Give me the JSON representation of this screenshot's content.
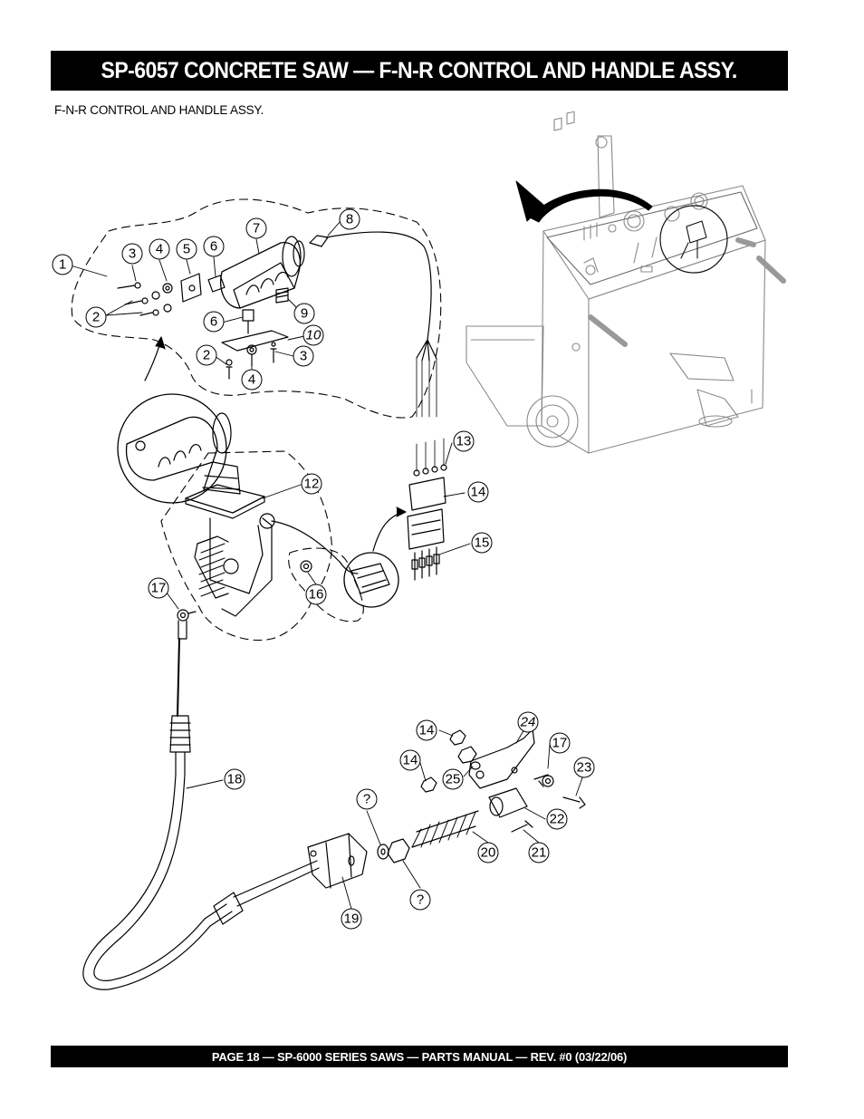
{
  "header": {
    "title": "SP-6057 CONCRETE SAW —  F-N-R CONTROL AND HANDLE ASSY."
  },
  "subtitle": "F-N-R  CONTROL AND HANDLE  ASSY.",
  "footer": {
    "text": "PAGE 18 — SP-6000 SERIES SAWS  — PARTS MANUAL — REV. #0 (03/22/06)"
  },
  "callouts": [
    {
      "id": "c1",
      "label": "1"
    },
    {
      "id": "c2a",
      "label": "2"
    },
    {
      "id": "c3a",
      "label": "3"
    },
    {
      "id": "c4a",
      "label": "4"
    },
    {
      "id": "c5",
      "label": "5"
    },
    {
      "id": "c6a",
      "label": "6"
    },
    {
      "id": "c7",
      "label": "7"
    },
    {
      "id": "c8",
      "label": "8"
    },
    {
      "id": "c6b",
      "label": "6"
    },
    {
      "id": "c9",
      "label": "9"
    },
    {
      "id": "c10",
      "label": "10",
      "italic": true
    },
    {
      "id": "c2b",
      "label": "2"
    },
    {
      "id": "c3b",
      "label": "3"
    },
    {
      "id": "c4b",
      "label": "4"
    },
    {
      "id": "c12",
      "label": "12"
    },
    {
      "id": "c13",
      "label": "13"
    },
    {
      "id": "c14a",
      "label": "14"
    },
    {
      "id": "c15",
      "label": "15"
    },
    {
      "id": "c16",
      "label": "16"
    },
    {
      "id": "c17a",
      "label": "17"
    },
    {
      "id": "c18",
      "label": "18"
    },
    {
      "id": "c14b",
      "label": "14"
    },
    {
      "id": "c14c",
      "label": "14"
    },
    {
      "id": "c24",
      "label": "24",
      "italic": true
    },
    {
      "id": "c17b",
      "label": "17"
    },
    {
      "id": "c25",
      "label": "25"
    },
    {
      "id": "c23",
      "label": "23"
    },
    {
      "id": "cq1",
      "label": "?"
    },
    {
      "id": "c22",
      "label": "22"
    },
    {
      "id": "c20",
      "label": "20"
    },
    {
      "id": "c21",
      "label": "21"
    },
    {
      "id": "cq2",
      "label": "?"
    },
    {
      "id": "c19",
      "label": "19"
    }
  ]
}
